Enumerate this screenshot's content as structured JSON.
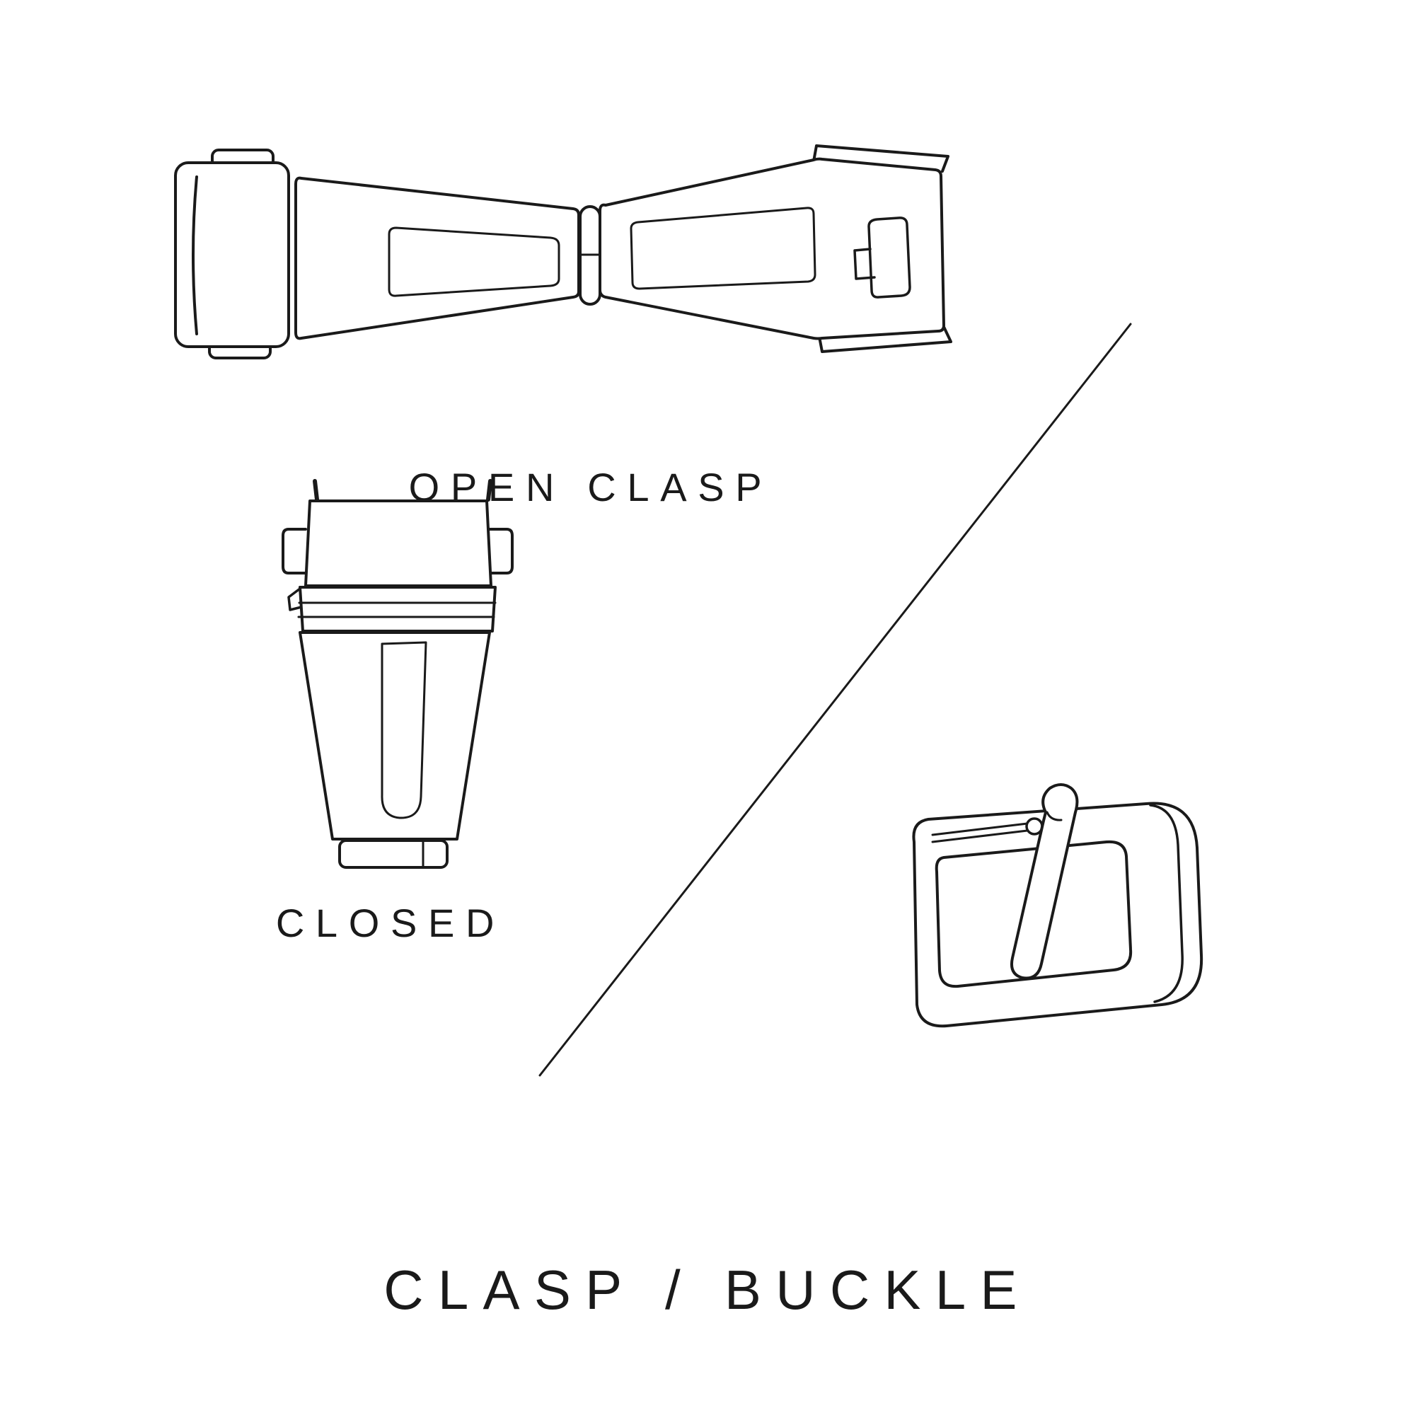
{
  "colors": {
    "background": "#ffffff",
    "line": "#1a1a1a",
    "text": "#1a1a1a"
  },
  "labels": {
    "open_clasp": "OPEN CLASP",
    "closed": "CLOSED"
  },
  "title": "CLASP / BUCKLE",
  "illustrations": {
    "open_clasp": "watch clasp shown open (butterfly deployant, top view)",
    "closed_clasp": "watch clasp shown closed (top view)",
    "buckle": "tang buckle with prong"
  }
}
